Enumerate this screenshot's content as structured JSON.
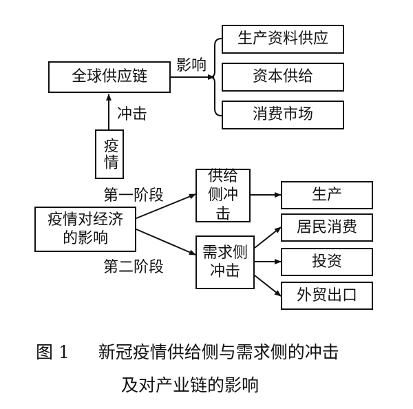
{
  "top": {
    "center": "全球供应链",
    "impact_label": "影响",
    "shock_label": "冲击",
    "source": "疫情",
    "outcomes": [
      "生产资料供应",
      "资本供给",
      "消费市场"
    ]
  },
  "bottom": {
    "source": "疫情对经济的影响",
    "stage1_label": "第一阶段",
    "stage2_label": "第二阶段",
    "supply_box": "供给侧冲击",
    "demand_box": "需求侧冲击",
    "supply_outcomes": [
      "生产"
    ],
    "demand_outcomes": [
      "居民消费",
      "投资",
      "外贸出口"
    ]
  },
  "caption": {
    "number": "图 1",
    "line1": "新冠疫情供给侧与需求侧的冲击",
    "line2": "及对产业链的影响"
  }
}
